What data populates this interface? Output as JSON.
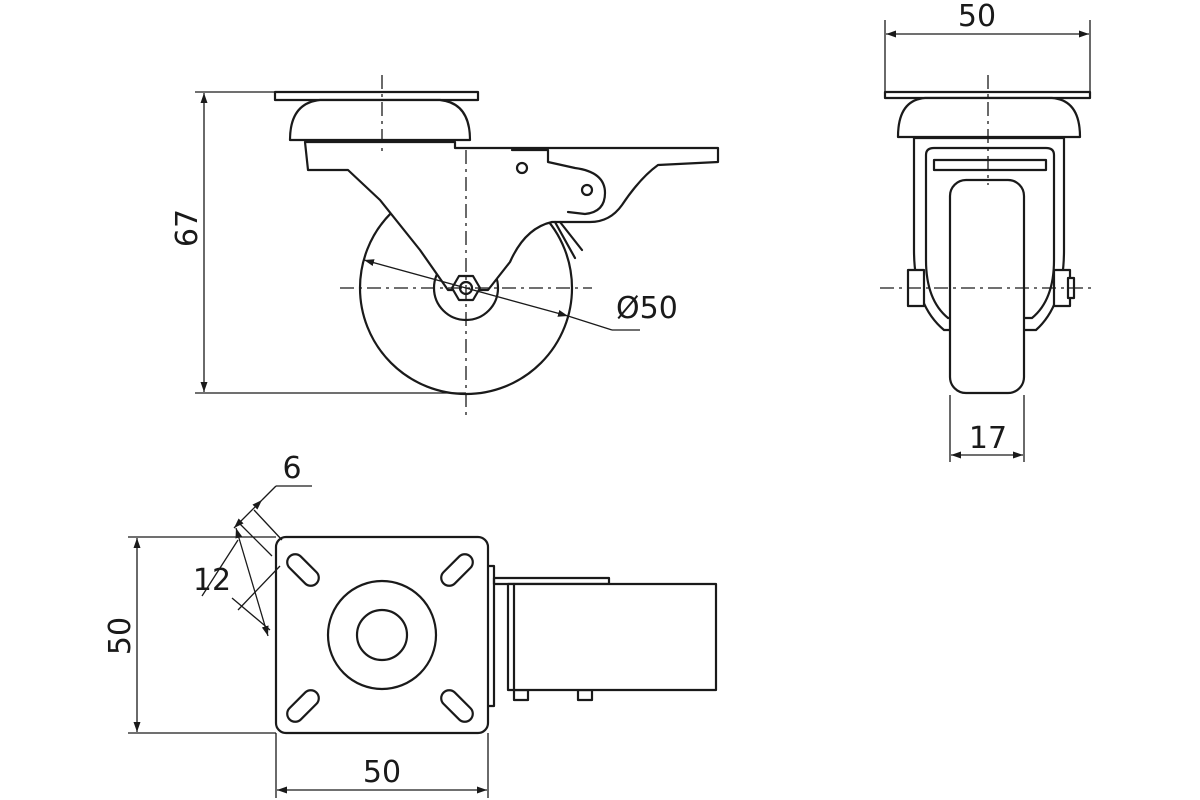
{
  "dimensions": {
    "height_total": "67",
    "wheel_diameter": "Ø50",
    "plate_width_side": "50",
    "wheel_width": "17",
    "slot_width": "6",
    "slot_length": "12",
    "plate_height": "50",
    "plate_width": "50"
  },
  "colors": {
    "line": "#1a1a1a",
    "background": "#ffffff"
  }
}
